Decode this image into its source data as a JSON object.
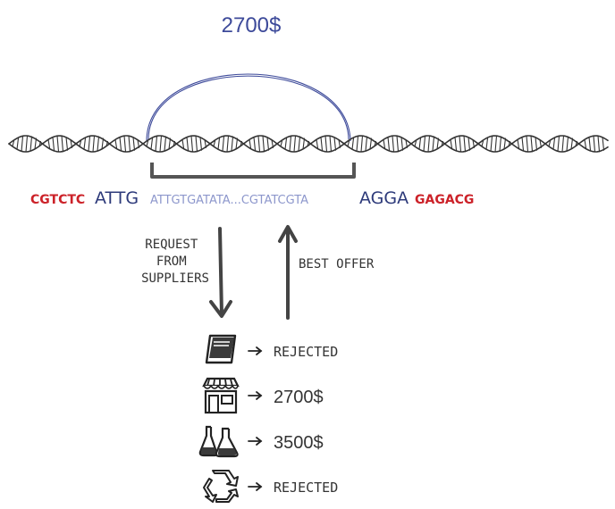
{
  "price_label": "2700$",
  "sequence": {
    "left_overhang": "CGTCTC",
    "left_site": "ATTG",
    "insert": "ATTGTGATATA...CGTATCGTA",
    "right_site": "AGGA",
    "right_overhang": "GAGACG"
  },
  "arrows": {
    "request_lines": [
      "REQUEST",
      "FROM",
      "SUPPLIERS"
    ],
    "best_offer": "BEST OFFER"
  },
  "suppliers": [
    {
      "icon": "book-icon",
      "result": "REJECTED"
    },
    {
      "icon": "store-icon",
      "result": "2700$"
    },
    {
      "icon": "lab-flasks-icon",
      "result": "3500$"
    },
    {
      "icon": "recycle-icon",
      "result": "REJECTED"
    }
  ],
  "colors": {
    "red": "#cc2229",
    "dark_blue": "#2d3a7a",
    "light_blue": "#8d97cc",
    "gray": "#444444"
  }
}
